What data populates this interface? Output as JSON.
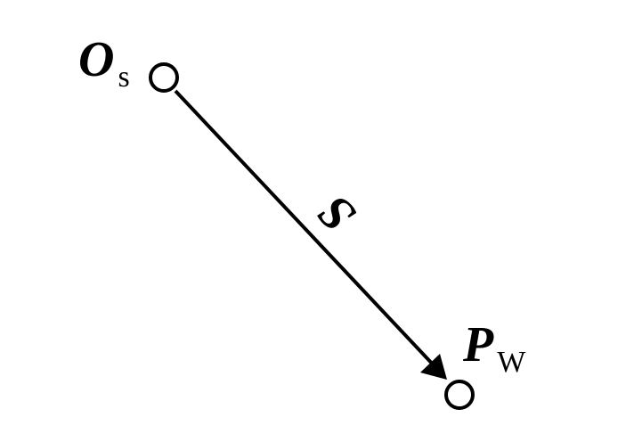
{
  "diagram": {
    "start_point": {
      "letter": "O",
      "subscript": "s"
    },
    "end_point": {
      "letter": "P",
      "subscript": "W"
    },
    "vector_label": "S"
  },
  "colors": {
    "background": "#ffffff",
    "stroke": "#000000"
  }
}
